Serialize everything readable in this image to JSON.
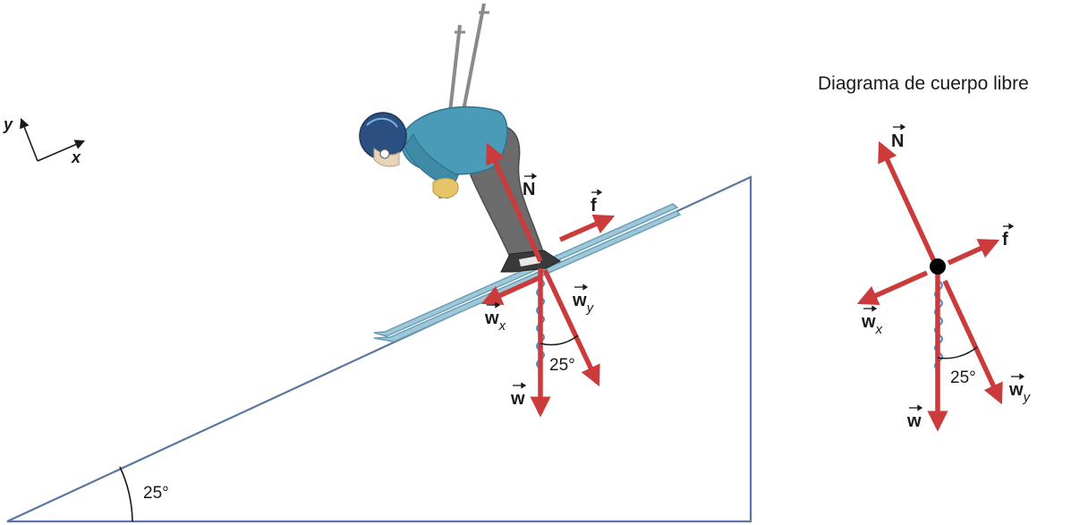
{
  "title": "Diagrama de cuerpo libre",
  "axes": {
    "x_label": "x",
    "y_label": "y"
  },
  "incline_angle_label": "25°",
  "weight_angle_label": "25°",
  "forces": {
    "normal": {
      "symbol": "N",
      "subscript": ""
    },
    "friction": {
      "symbol": "f",
      "subscript": ""
    },
    "weight": {
      "symbol": "w",
      "subscript": ""
    },
    "weight_x": {
      "symbol": "w",
      "subscript": "x"
    },
    "weight_y": {
      "symbol": "w",
      "subscript": "y"
    }
  },
  "colors": {
    "force_arrow": "#cc3b3b",
    "incline": "#5b76a1",
    "spring": "#3f8fd0",
    "skier_jacket": "#4a9bb8",
    "skier_pants": "#6b6b6b",
    "helmet": "#2c4f82",
    "ski": "#9ec8da"
  }
}
